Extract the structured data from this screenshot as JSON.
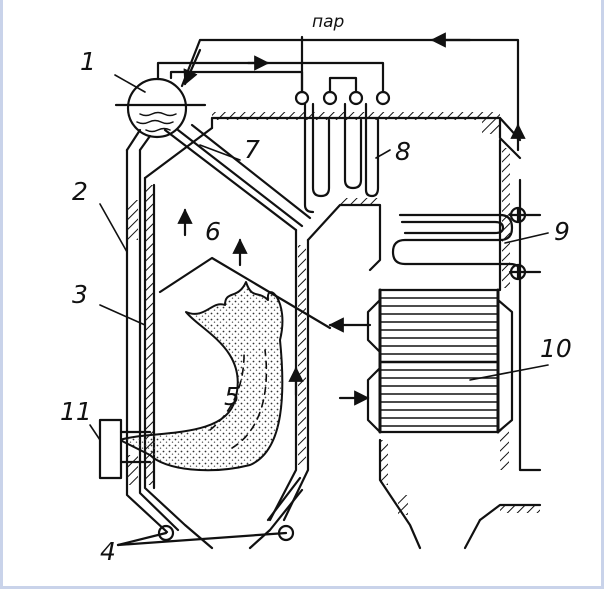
{
  "labels": {
    "n1": "1",
    "n2": "2",
    "n3": "3",
    "n4": "4",
    "n5": "5",
    "n6": "6",
    "n7": "7",
    "n8": "8",
    "n9": "9",
    "n10": "10",
    "n11": "11",
    "steam": "пар"
  },
  "colors": {
    "line": "#111111",
    "frame_accent": "#c9d3ea",
    "background": "#ffffff"
  }
}
